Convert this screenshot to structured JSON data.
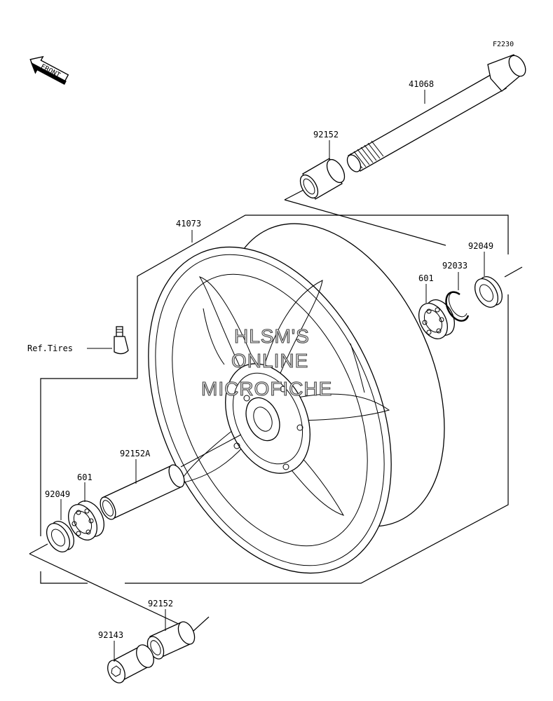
{
  "figure_code": "F2230",
  "front_arrow": {
    "label": "FRONT"
  },
  "parts": {
    "axle": "41068",
    "collar_upper": "92152",
    "wheel": "41073",
    "seal_right": "92049",
    "circlip": "92033",
    "bearing_right": "601",
    "valve_ref": "Ref.Tires",
    "spacer": "92152A",
    "bearing_left": "601",
    "seal_left": "92049",
    "collar_lower": "92152",
    "axle_nut": "92143"
  },
  "watermark": {
    "line1": "HLSM'S",
    "line2": "ONLINE",
    "line3": "MICROFICHE"
  }
}
